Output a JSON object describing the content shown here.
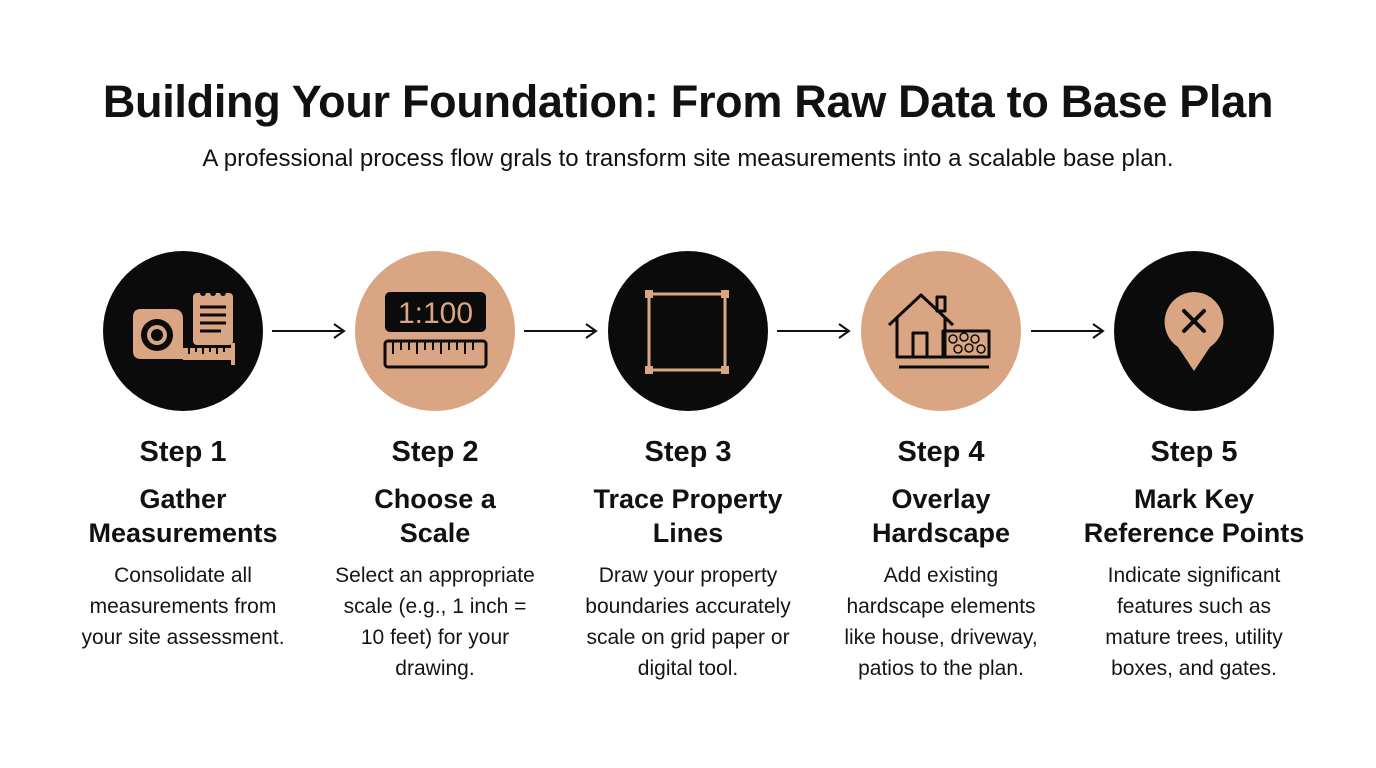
{
  "header": {
    "title": "Building Your Foundation: From Raw Data to Base Plan",
    "subtitle": "A professional process flow grals to transform site measurements into a scalable base plan."
  },
  "colors": {
    "dark": "#0b0b0b",
    "accent": "#d9a582"
  },
  "steps": [
    {
      "number": "Step 1",
      "title_line1": "Gather",
      "title_line2": "Measurements",
      "desc_line1": "Consolidate all",
      "desc_line2": "measurements from",
      "desc_line3": "your site assessment.",
      "desc_line4": "",
      "icon": "tape-measure-notepad-icon"
    },
    {
      "number": "Step 2",
      "title_line1": "Choose a",
      "title_line2": "Scale",
      "desc_line1": "Select an appropriate",
      "desc_line2": "scale (e.g., 1 inch =",
      "desc_line3": "10 feet) for your",
      "desc_line4": "drawing.",
      "icon": "scale-ruler-icon",
      "icon_text": "1:100"
    },
    {
      "number": "Step 3",
      "title_line1": "Trace Property",
      "title_line2": "Lines",
      "desc_line1": "Draw your property",
      "desc_line2": "boundaries accurately",
      "desc_line3": "scale on grid paper or",
      "desc_line4": "digital tool.",
      "icon": "property-boundary-icon"
    },
    {
      "number": "Step 4",
      "title_line1": "Overlay",
      "title_line2": "Hardscape",
      "desc_line1": "Add existing",
      "desc_line2": "hardscape elements",
      "desc_line3": "like house, driveway,",
      "desc_line4": "patios to the plan.",
      "icon": "house-driveway-icon"
    },
    {
      "number": "Step 5",
      "title_line1": "Mark Key",
      "title_line2": "Reference Points",
      "desc_line1": "Indicate significant",
      "desc_line2": "features such as",
      "desc_line3": "mature trees, utility",
      "desc_line4": "boxes, and gates.",
      "icon": "map-pin-x-icon"
    }
  ]
}
